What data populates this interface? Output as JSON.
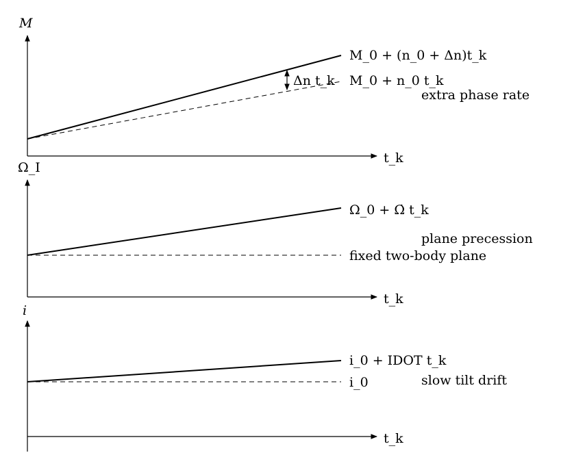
{
  "panels": [
    {
      "y_axis_label": "M",
      "x_axis_label": "t_k",
      "solid_label": "M_0 + (n_0 + Δn)t_k",
      "dashed_label": "M_0 + n_0 t_k",
      "gap_label": "Δn t_k",
      "note": "extra phase rate"
    },
    {
      "y_axis_label": "Ω_I",
      "x_axis_label": "t_k",
      "solid_label": "Ω_0 + Ω̇ t_k",
      "dashed_label": "fixed two-body plane",
      "note": "plane precession"
    },
    {
      "y_axis_label": "i",
      "x_axis_label": "t_k",
      "solid_label": "i_0 + IDOT t_k",
      "dashed_label": "i_0",
      "note": "slow tilt drift"
    }
  ]
}
